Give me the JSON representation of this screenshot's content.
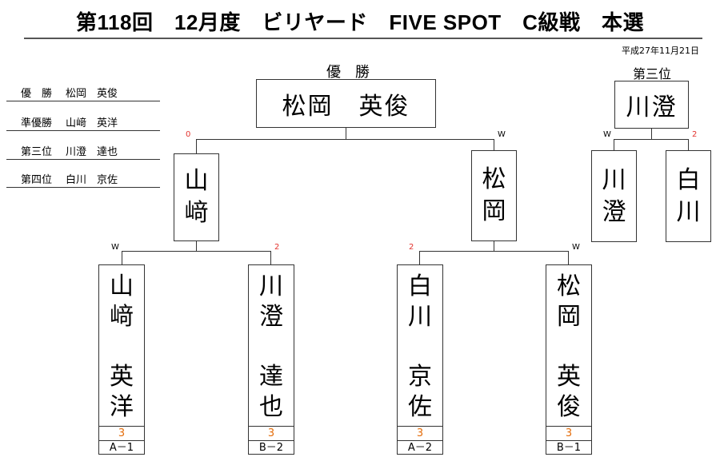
{
  "header": {
    "title": "第118回　12月度　ビリヤード　FIVE SPOT　C級戦　本選",
    "date": "平成27年11月21日"
  },
  "results": [
    {
      "position": "優　勝",
      "name": "松岡　英俊"
    },
    {
      "position": "準優勝",
      "name": "山﨑　英洋"
    },
    {
      "position": "第三位",
      "name": "川澄　達也"
    },
    {
      "position": "第四位",
      "name": "白川　京佐"
    }
  ],
  "champion": {
    "label": "優　勝",
    "name": "松岡　英俊"
  },
  "third_place": {
    "label": "第三位",
    "name": "川澄"
  },
  "final": {
    "left": {
      "chars": [
        "山",
        "﨑"
      ],
      "mark": "0"
    },
    "right": {
      "chars": [
        "松",
        "岡"
      ],
      "mark": "W"
    }
  },
  "third_match": {
    "left": {
      "chars": [
        "川",
        "澄"
      ],
      "mark": "W"
    },
    "right": {
      "chars": [
        "白",
        "川"
      ],
      "mark": "2"
    }
  },
  "first_round": [
    {
      "surname": [
        "山",
        "﨑"
      ],
      "given": [
        "英",
        "洋"
      ],
      "score": "3",
      "code": "A－1",
      "mark": "W"
    },
    {
      "surname": [
        "川",
        "澄"
      ],
      "given": [
        "達",
        "也"
      ],
      "score": "3",
      "code": "B－2",
      "mark": "2"
    },
    {
      "surname": [
        "白",
        "川"
      ],
      "given": [
        "京",
        "佐"
      ],
      "score": "3",
      "code": "A－2",
      "mark": "2"
    },
    {
      "surname": [
        "松",
        "岡"
      ],
      "given": [
        "英",
        "俊"
      ],
      "score": "3",
      "code": "B－1",
      "mark": "W"
    }
  ],
  "colors": {
    "score": "#e46c0a",
    "mark_red": "#e3342f"
  }
}
